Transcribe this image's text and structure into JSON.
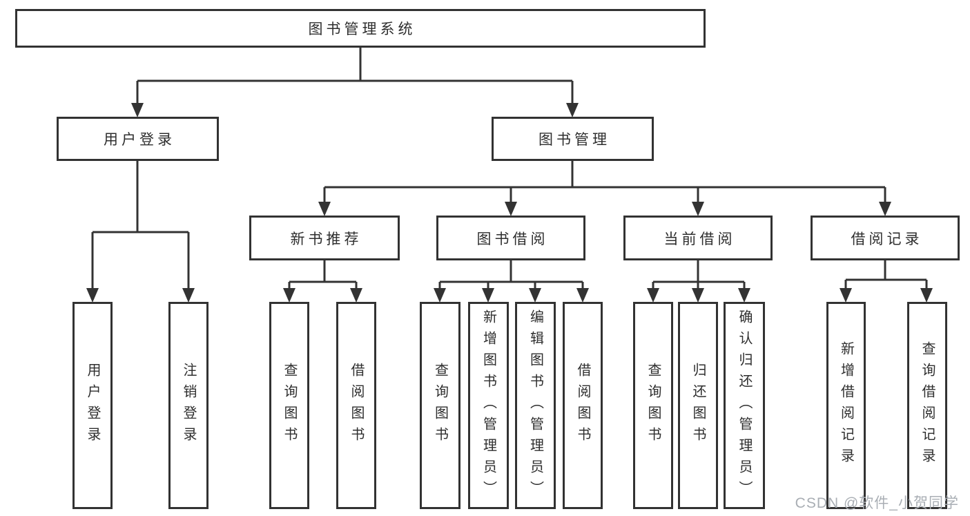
{
  "diagram": {
    "title": "图书管理系统",
    "watermark": "CSDN @软件_小贺同学",
    "colors": {
      "line": "#333333",
      "border": "#323232",
      "text": "#2e2e2e",
      "background": "#ffffff",
      "watermark": "#a9aeb4"
    },
    "nodes": [
      {
        "id": "root",
        "label": "图书管理系统",
        "level": 1,
        "parent": null
      },
      {
        "id": "user-login-group",
        "label": "用户登录",
        "level": 2,
        "parent": "root"
      },
      {
        "id": "book-mgmt",
        "label": "图书管理",
        "level": 2,
        "parent": "root"
      },
      {
        "id": "new-book-rec",
        "label": "新书推荐",
        "level": 3,
        "parent": "book-mgmt"
      },
      {
        "id": "book-borrow",
        "label": "图书借阅",
        "level": 3,
        "parent": "book-mgmt"
      },
      {
        "id": "current-borrow",
        "label": "当前借阅",
        "level": 3,
        "parent": "book-mgmt"
      },
      {
        "id": "borrow-records",
        "label": "借阅记录",
        "level": 3,
        "parent": "book-mgmt"
      },
      {
        "id": "user-login",
        "label": "用户登录",
        "level": 4,
        "parent": "user-login-group"
      },
      {
        "id": "logout",
        "label": "注销登录",
        "level": 4,
        "parent": "user-login-group"
      },
      {
        "id": "query-book-1",
        "label": "查询图书",
        "level": 4,
        "parent": "new-book-rec"
      },
      {
        "id": "borrow-book-1",
        "label": "借阅图书",
        "level": 4,
        "parent": "new-book-rec"
      },
      {
        "id": "query-book-2",
        "label": "查询图书",
        "level": 4,
        "parent": "book-borrow"
      },
      {
        "id": "add-book-admin",
        "label": "新增图书（管理员）",
        "level": 4,
        "parent": "book-borrow"
      },
      {
        "id": "edit-book-admin",
        "label": "编辑图书（管理员）",
        "level": 4,
        "parent": "book-borrow"
      },
      {
        "id": "borrow-book-2",
        "label": "借阅图书",
        "level": 4,
        "parent": "book-borrow"
      },
      {
        "id": "query-book-3",
        "label": "查询图书",
        "level": 4,
        "parent": "current-borrow"
      },
      {
        "id": "return-book",
        "label": "归还图书",
        "level": 4,
        "parent": "current-borrow"
      },
      {
        "id": "confirm-return-admin",
        "label": "确认归还（管理员）",
        "level": 4,
        "parent": "current-borrow"
      },
      {
        "id": "add-borrow-record",
        "label": "新增借阅记录",
        "level": 4,
        "parent": "borrow-records"
      },
      {
        "id": "query-borrow-record",
        "label": "查询借阅记录",
        "level": 4,
        "parent": "borrow-records"
      }
    ]
  }
}
